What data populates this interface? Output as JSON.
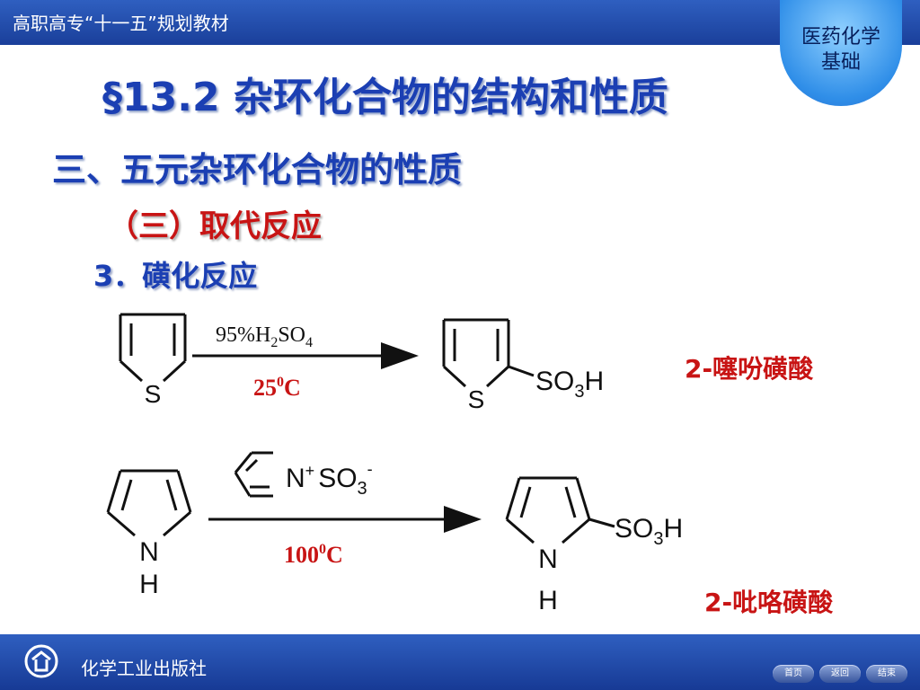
{
  "header": {
    "title": "高职高专“十一五”规划教材",
    "badge_line1": "医药化学",
    "badge_line2": "基础"
  },
  "main": {
    "title": "§13.2 杂环化合物的结构和性质",
    "section": "三、五元杂环化合物的性质",
    "subsection": "（三）取代反应",
    "item": "3．磺化反应"
  },
  "reaction1": {
    "reagent_prefix": "95%H",
    "reagent_sub1": "2",
    "reagent_mid": "SO",
    "reagent_sub2": "4",
    "temp_base": "25",
    "temp_sup": "0",
    "temp_unit": "C",
    "reactant_atom": "S",
    "product_atom": "S",
    "product_group_prefix": "SO",
    "product_group_sub": "3",
    "product_group_suffix": "H",
    "product_name": "2-噻吩磺酸"
  },
  "reaction2": {
    "reagent_n": "N",
    "reagent_plus": "+",
    "reagent_so": "SO",
    "reagent_sub": "3",
    "reagent_minus": "-",
    "temp_base": "100",
    "temp_sup": "0",
    "temp_unit": "C",
    "reactant_n": "N",
    "reactant_h": "H",
    "product_n": "N",
    "product_h": "H",
    "product_group_prefix": "SO",
    "product_group_sub": "3",
    "product_group_suffix": "H",
    "product_name": "2-吡咯磺酸"
  },
  "footer": {
    "publisher": "化学工业出版社",
    "nav_home": "首页",
    "nav_back": "返回",
    "nav_end": "结束"
  },
  "colors": {
    "brand_blue": "#1b3fb3",
    "red": "#c81414"
  }
}
